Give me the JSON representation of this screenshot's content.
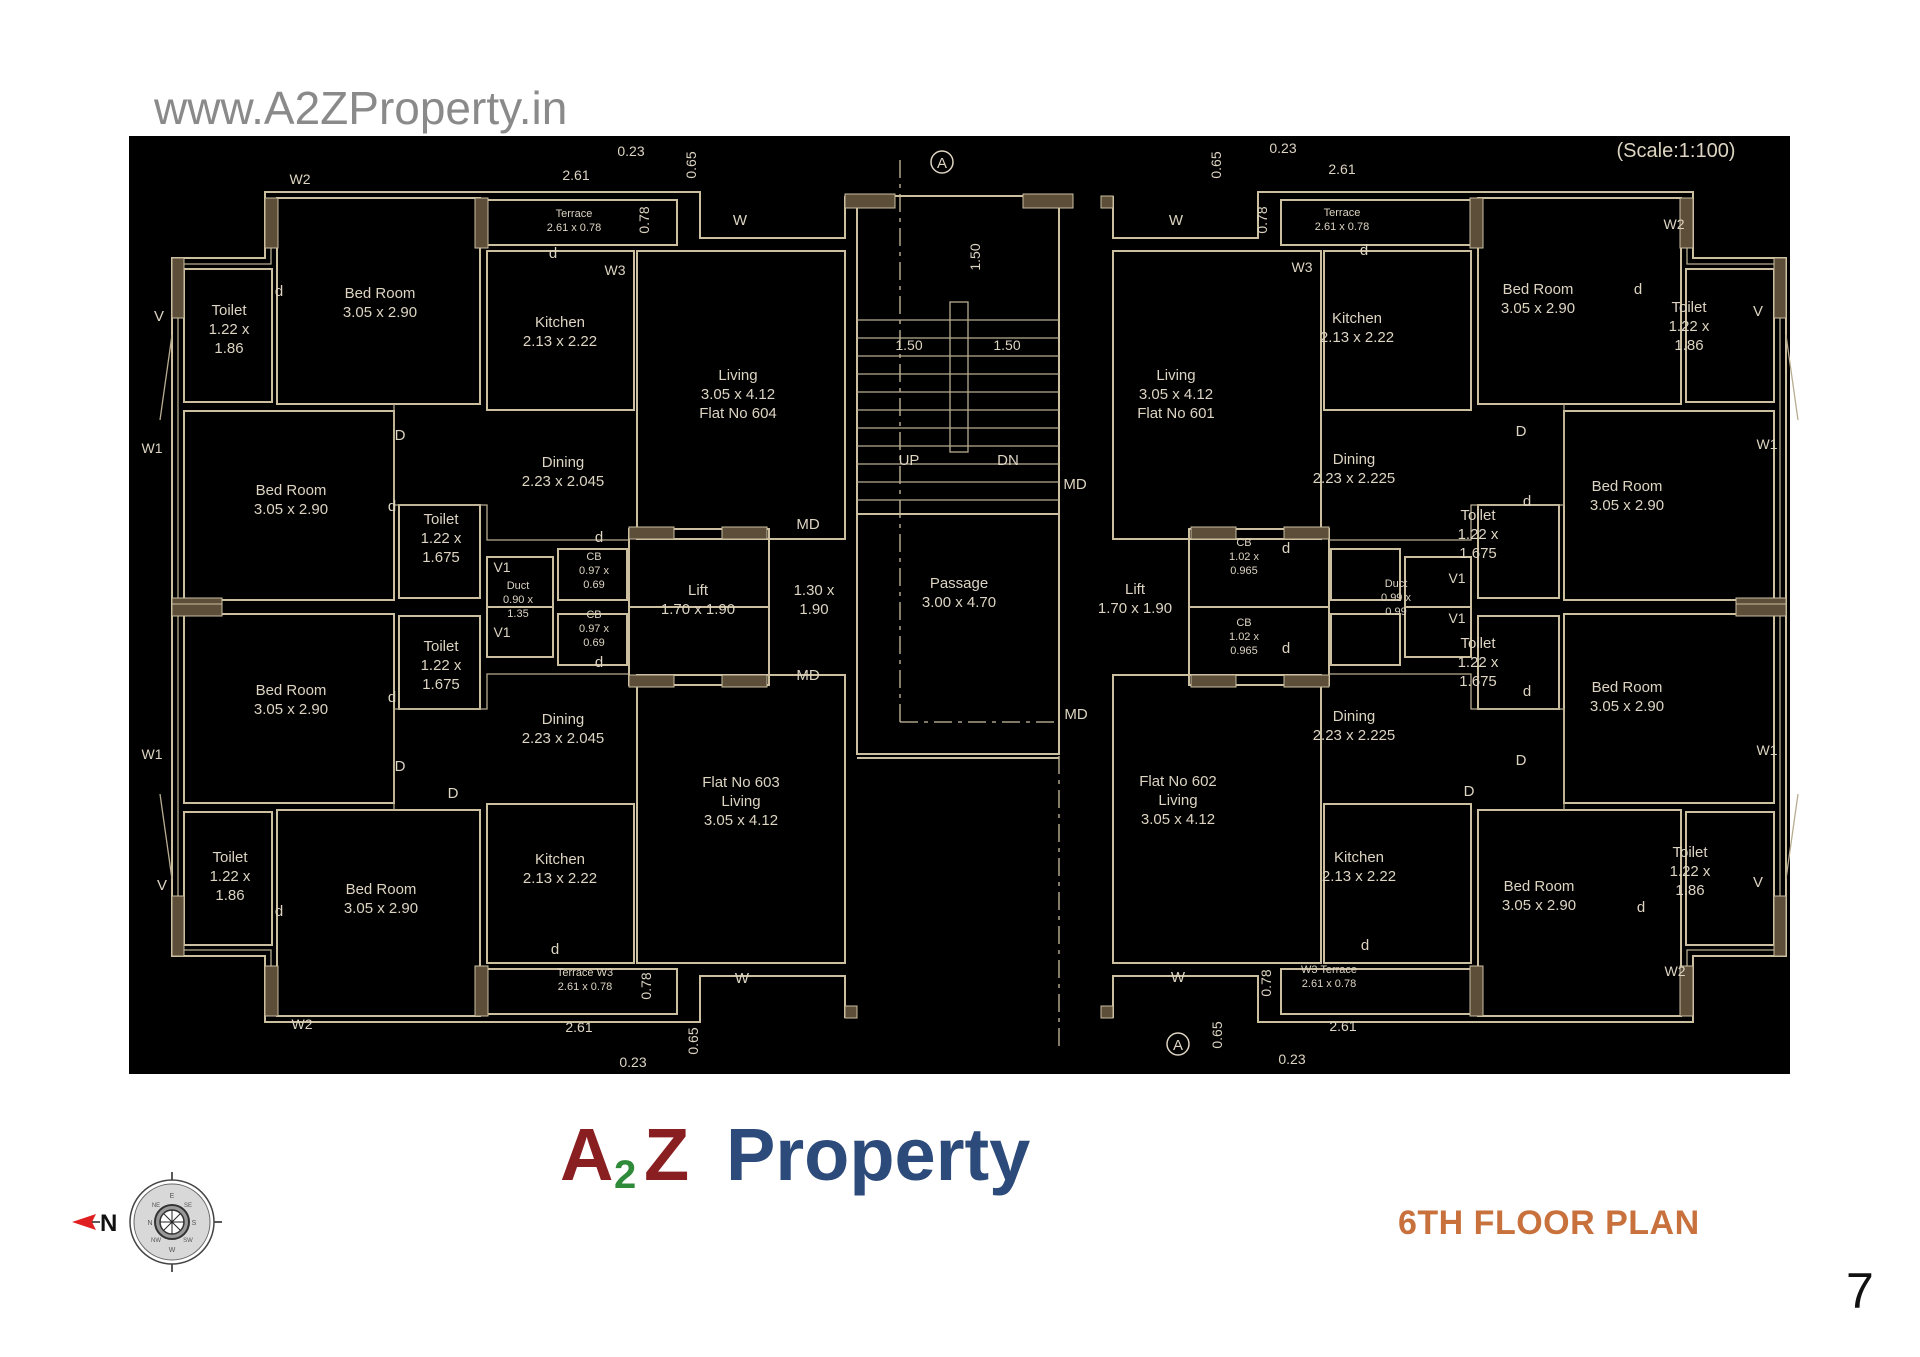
{
  "watermark_url": "www.A2ZProperty.in",
  "watermark_logo": {
    "a": "A",
    "two": "2",
    "z": "Z",
    "property": "Property"
  },
  "scale": "(Scale:1:100)",
  "title": "6TH FLOOR PLAN",
  "page_number": "7",
  "colors": {
    "background": "#000000",
    "walls": "#cbbf9f",
    "columns": "#5c4e38",
    "title": "#c8713c",
    "north_arrow": "#e02020"
  },
  "compass": {
    "north_label": "N",
    "directions": [
      "E",
      "SE",
      "S",
      "SW",
      "W",
      "NW",
      "N",
      "NE"
    ]
  },
  "section_marker": "A",
  "rooms": [
    {
      "lines": [
        "Bed Room",
        "3.05 x 2.90"
      ]
    },
    {
      "lines": [
        "Toilet",
        "1.22 x",
        "1.86"
      ]
    },
    {
      "lines": [
        "Kitchen",
        "2.13 x 2.22"
      ]
    },
    {
      "lines": [
        "Terrace",
        "2.61 x 0.78"
      ]
    },
    {
      "lines": [
        "Living",
        "3.05 x 4.12",
        "Flat No 604"
      ]
    },
    {
      "lines": [
        "Dining",
        "2.23 x 2.045"
      ]
    },
    {
      "lines": [
        "Bed Room",
        "3.05 x 2.90"
      ]
    },
    {
      "lines": [
        "Toilet",
        "1.22 x",
        "1.675"
      ]
    },
    {
      "lines": [
        "Duct",
        "0.90 x",
        "1.35"
      ]
    },
    {
      "lines": [
        "CB",
        "0.97 x",
        "0.69"
      ]
    },
    {
      "lines": [
        "CB",
        "0.97 x",
        "0.69"
      ]
    },
    {
      "lines": [
        "Lift",
        "1.70 x 1.90"
      ]
    },
    {
      "lines": [
        "1.30 x",
        "1.90"
      ]
    },
    {
      "lines": [
        "Passage",
        "3.00 x 4.70"
      ]
    },
    {
      "lines": [
        "Bed Room",
        "3.05 x 2.90"
      ]
    },
    {
      "lines": [
        "Toilet",
        "1.22 x",
        "1.675"
      ]
    },
    {
      "lines": [
        "Dining",
        "2.23 x 2.045"
      ]
    },
    {
      "lines": [
        "Flat No 603",
        "Living",
        "3.05 x 4.12"
      ]
    },
    {
      "lines": [
        "Kitchen",
        "2.13 x 2.22"
      ]
    },
    {
      "lines": [
        "Bed Room",
        "3.05 x 2.90"
      ]
    },
    {
      "lines": [
        "Toilet",
        "1.22 x",
        "1.86"
      ]
    },
    {
      "lines": [
        "Terrace W3",
        "2.61 x 0.78"
      ]
    },
    {
      "lines": [
        "Terrace",
        "2.61 x 0.78"
      ]
    },
    {
      "lines": [
        "Kitchen",
        "2.13 x 2.22"
      ]
    },
    {
      "lines": [
        "Bed Room",
        "3.05 x 2.90"
      ]
    },
    {
      "lines": [
        "Toilet",
        "1.22 x",
        "1.86"
      ]
    },
    {
      "lines": [
        "Living",
        "3.05 x 4.12",
        "Flat No 601"
      ]
    },
    {
      "lines": [
        "Dining",
        "2.23 x 2.225"
      ]
    },
    {
      "lines": [
        "Bed Room",
        "3.05 x 2.90"
      ]
    },
    {
      "lines": [
        "Toilet",
        "1.22 x",
        "1.675"
      ]
    },
    {
      "lines": [
        "CB",
        "1.02 x",
        "0.965"
      ]
    },
    {
      "lines": [
        "Duct",
        "0.99 x",
        "0.99"
      ]
    },
    {
      "lines": [
        "Lift",
        "1.70 x 1.90"
      ]
    },
    {
      "lines": [
        "CB",
        "1.02 x",
        "0.965"
      ]
    },
    {
      "lines": [
        "Toilet",
        "1.22 x",
        "1.675"
      ]
    },
    {
      "lines": [
        "Bed Room",
        "3.05 x 2.90"
      ]
    },
    {
      "lines": [
        "Dining",
        "2.23 x 2.225"
      ]
    },
    {
      "lines": [
        "Flat No 602",
        "Living",
        "3.05 x 4.12"
      ]
    },
    {
      "lines": [
        "Kitchen",
        "2.13 x 2.22"
      ]
    },
    {
      "lines": [
        "Bed Room",
        "3.05 x 2.90"
      ]
    },
    {
      "lines": [
        "Toilet",
        "1.22 x",
        "1.86"
      ]
    },
    {
      "lines": [
        "W3 Terrace",
        "2.61 x 0.78"
      ]
    }
  ],
  "markers": [
    "W2",
    "W2",
    "V",
    "V",
    "W1",
    "W1",
    "W",
    "W",
    "W3",
    "MD",
    "MD",
    "UP",
    "DN",
    "1.50",
    "1.50",
    "1.50",
    "0.23",
    "2.61",
    "0.65",
    "0.78",
    "2.61",
    "0.23",
    "0.65",
    "0.78",
    "0.65",
    "0.23",
    "2.61",
    "0.78",
    "W",
    "W3",
    "W2",
    "V",
    "W1",
    "W1",
    "V",
    "W2",
    "W",
    "MD",
    "MD",
    "V1",
    "V1",
    "V1",
    "V1",
    "2.61",
    "0.23",
    "0.65",
    "0.78",
    "d",
    "d",
    "D",
    "d",
    "d",
    "d",
    "d",
    "D",
    "D",
    "d",
    "d",
    "d",
    "d",
    "D",
    "d",
    "d",
    "d",
    "d",
    "D",
    "D",
    "d",
    "d"
  ]
}
